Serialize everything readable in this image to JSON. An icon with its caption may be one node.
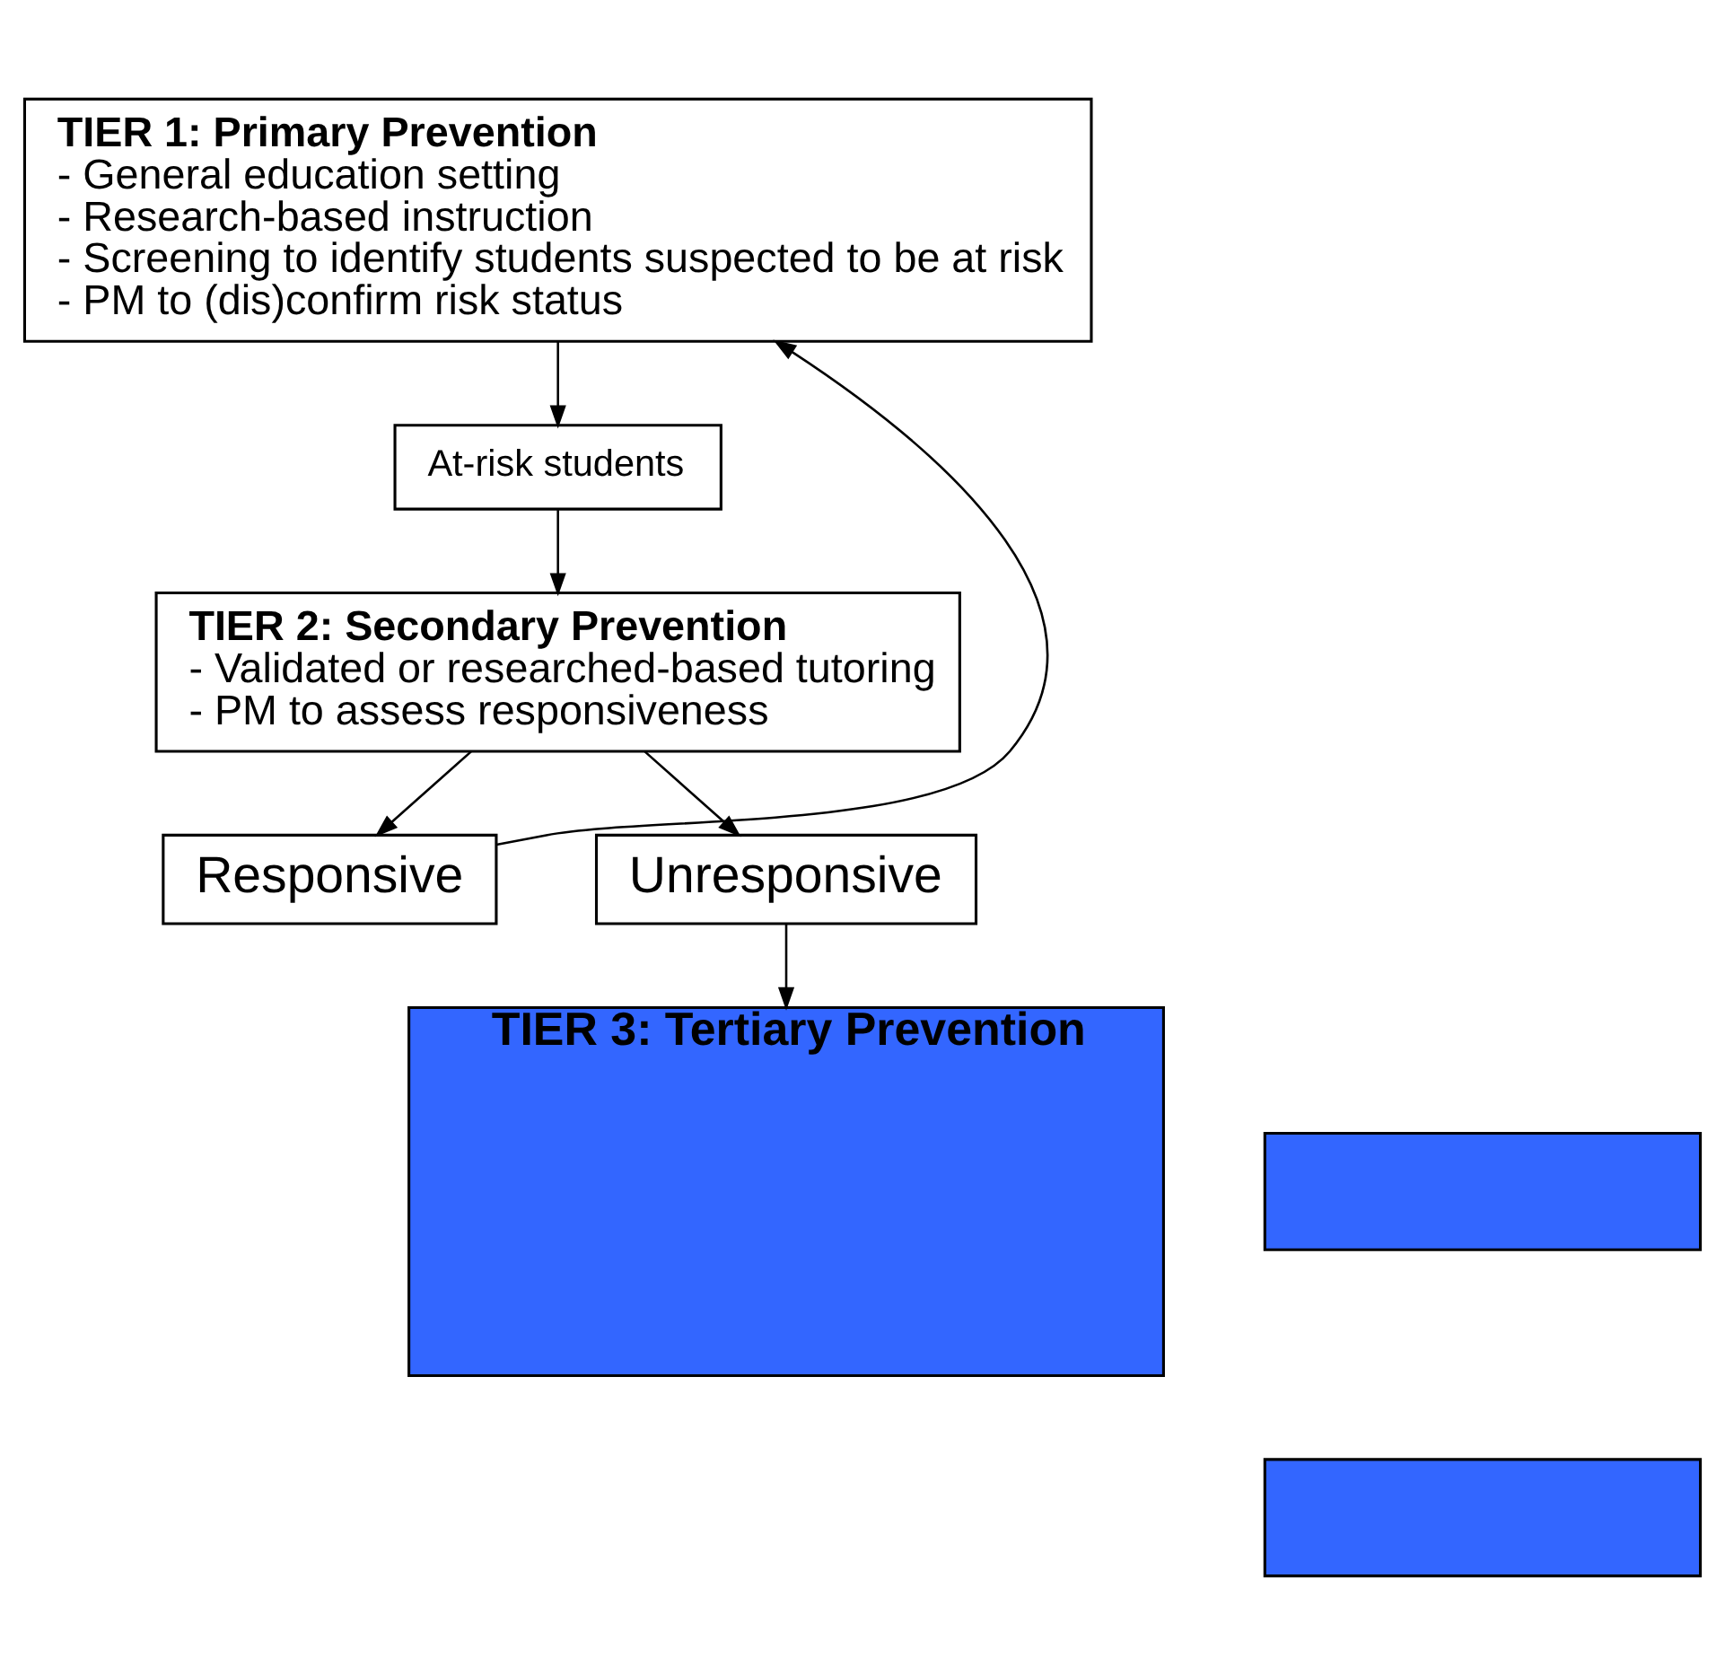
{
  "diagram": {
    "nodes": [
      {
        "text": [
          "TIER 1: Primary Prevention",
          "- General education setting",
          "- Research-based instruction",
          "- Screening to identify students suspected to be at risk",
          "- PM to (dis)confirm risk status"
        ]
      },
      {
        "text": [
          "At-risk students"
        ]
      },
      {
        "text": [
          "TIER 2: Secondary Prevention",
          "- Validated or researched-based tutoring",
          "- PM to assess responsiveness"
        ]
      },
      {
        "text": [
          "Responsive"
        ]
      },
      {
        "text": [
          "Unresponsive"
        ]
      },
      {
        "text": [
          "TIER 3: Tertiary Prevention"
        ]
      },
      {
        "text": [],
        "shape": "box"
      },
      {
        "text": [],
        "shape": "box"
      }
    ],
    "edges": [
      {
        "from": 0,
        "to": 1,
        "arrow": "to"
      },
      {
        "from": 1,
        "to": 2,
        "arrow": "to"
      },
      {
        "from": 2,
        "to": 3,
        "arrow": "to"
      },
      {
        "from": 2,
        "to": 4,
        "arrow": "to"
      },
      {
        "from": 3,
        "to": 0,
        "arrow": "to"
      },
      {
        "from": 4,
        "to": 5,
        "arrow": "to"
      }
    ]
  }
}
